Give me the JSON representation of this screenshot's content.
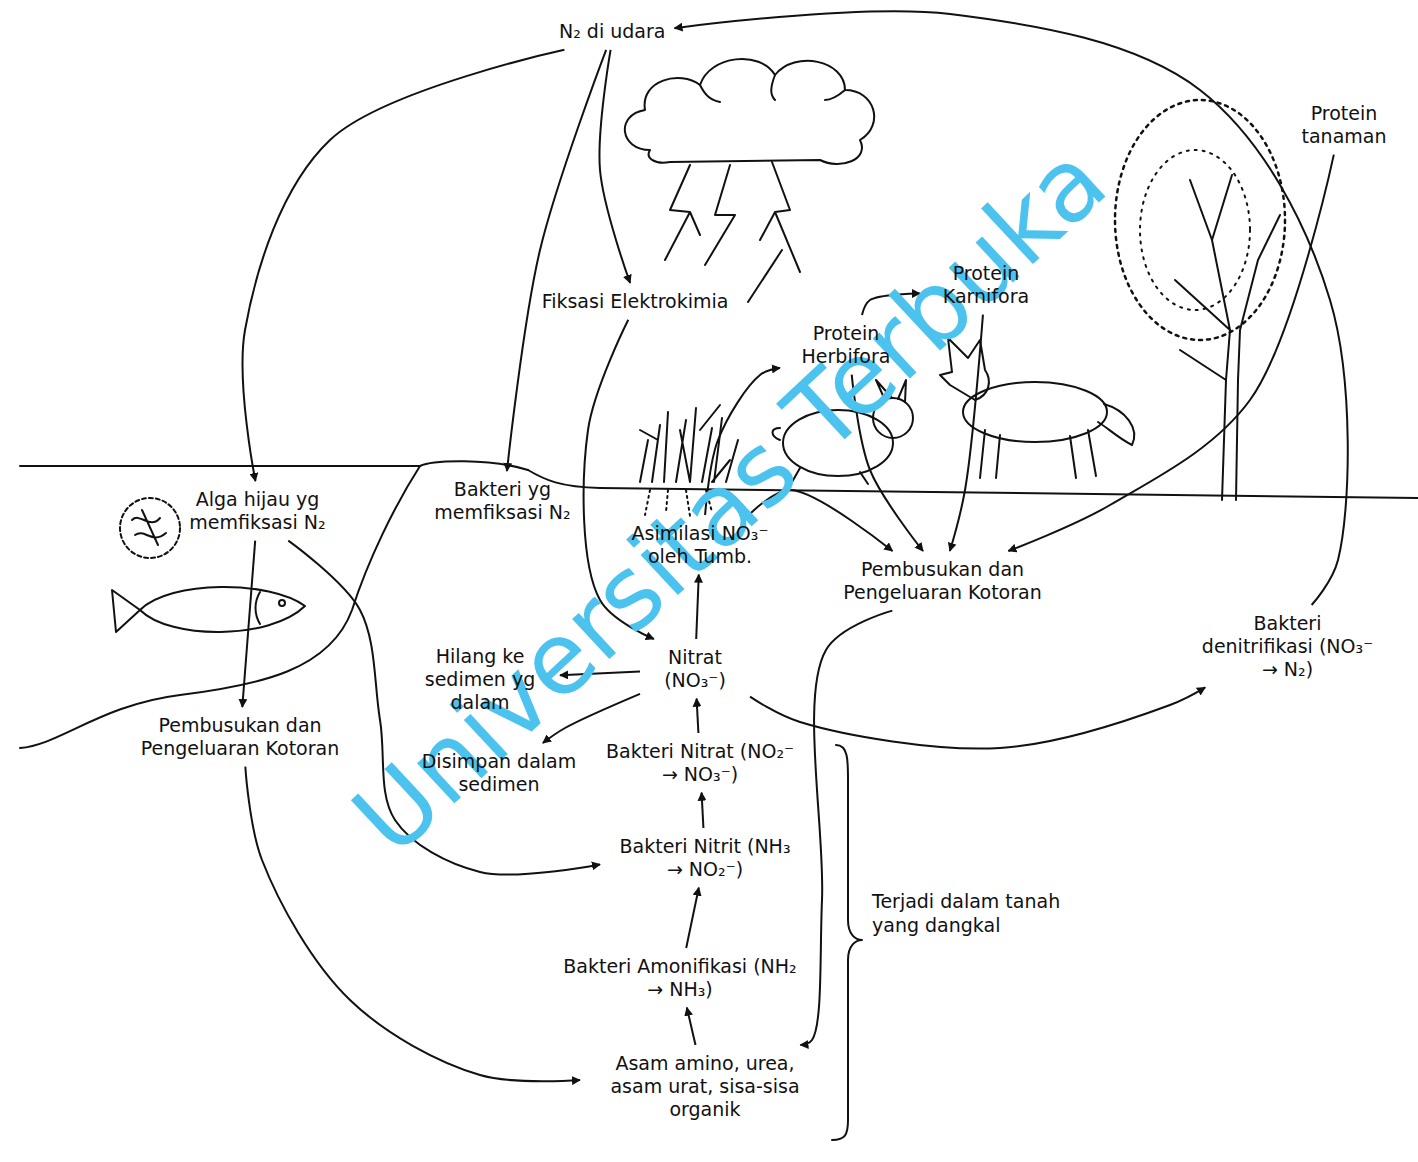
{
  "diagram": {
    "nodes": [
      {
        "text": [
          "N₂ di udara"
        ]
      },
      {
        "text": [
          "Fiksasi Elektrokimia"
        ]
      },
      {
        "text": [
          "Protein tanaman"
        ]
      },
      {
        "text": [
          "Protein Karnifora"
        ]
      },
      {
        "text": [
          "Protein Herbifora"
        ]
      },
      {
        "text": [
          "Alga hijau yg memfiksasi N₂"
        ]
      },
      {
        "text": [
          "Bakteri yg memfiksasi N₂"
        ]
      },
      {
        "text": [
          "Asimilasi NO₃⁻ oleh Tumb."
        ]
      },
      {
        "text": [
          "Pembusukan dan Pengeluaran Kotoran"
        ]
      },
      {
        "text": [
          "Bakteri denitrifikasi (NO₃⁻ → N₂)"
        ]
      },
      {
        "text": [
          "Hilang ke sedimen yg dalam"
        ]
      },
      {
        "text": [
          "Nitrat (NO₃⁻)"
        ]
      },
      {
        "text": [
          "Disimpan dalam sedimen"
        ]
      },
      {
        "text": [
          "Bakteri Nitrat (NO₂⁻ → NO₃⁻)"
        ]
      },
      {
        "text": [
          "Pembusukan dan Pengeluaran Kotoran"
        ]
      },
      {
        "text": [
          "Bakteri Nitrit (NH₃ → NO₂⁻)"
        ]
      },
      {
        "text": [
          "Bakteri Amonifikasi (NH₂ → NH₃)"
        ]
      },
      {
        "text": [
          "Asam amino, urea, asam urat, sisa-sisa organik"
        ]
      }
    ],
    "edges": [
      {
        "from": 0,
        "to": 5,
        "arrow": "to"
      },
      {
        "from": 0,
        "to": 6,
        "arrow": "to"
      },
      {
        "from": 0,
        "to": 1,
        "arrow": "to"
      },
      {
        "from": 1,
        "to": 11,
        "arrow": "to"
      },
      {
        "from": 7,
        "to": 4,
        "arrow": "to"
      },
      {
        "from": 4,
        "to": 3,
        "arrow": "to"
      },
      {
        "from": 11,
        "to": 7,
        "arrow": "to"
      },
      {
        "from": 13,
        "to": 11,
        "arrow": "to"
      },
      {
        "from": 15,
        "to": 13,
        "arrow": "to"
      },
      {
        "from": 16,
        "to": 15,
        "arrow": "to"
      },
      {
        "from": 17,
        "to": 16,
        "arrow": "to"
      },
      {
        "from": 11,
        "to": 10,
        "arrow": "to"
      },
      {
        "from": 11,
        "to": 12,
        "arrow": "to"
      },
      {
        "from": 11,
        "to": 9,
        "arrow": "to"
      },
      {
        "from": 9,
        "to": 0,
        "arrow": "to"
      },
      {
        "from": 8,
        "to": 17,
        "arrow": "to"
      },
      {
        "from": 14,
        "to": 17,
        "arrow": "to"
      },
      {
        "from": 5,
        "to": 14,
        "arrow": "to"
      },
      {
        "from": 5,
        "to": 15,
        "arrow": "to"
      },
      {
        "from": 7,
        "to": 8,
        "arrow": "to"
      },
      {
        "from": 4,
        "to": 8,
        "arrow": "to"
      },
      {
        "from": 3,
        "to": 8,
        "arrow": "to"
      },
      {
        "from": 2,
        "to": 8,
        "arrow": "to"
      }
    ],
    "labels": [
      "Terjadi dalam tanah yang dangkal",
      "Universitas Terbuka"
    ]
  }
}
